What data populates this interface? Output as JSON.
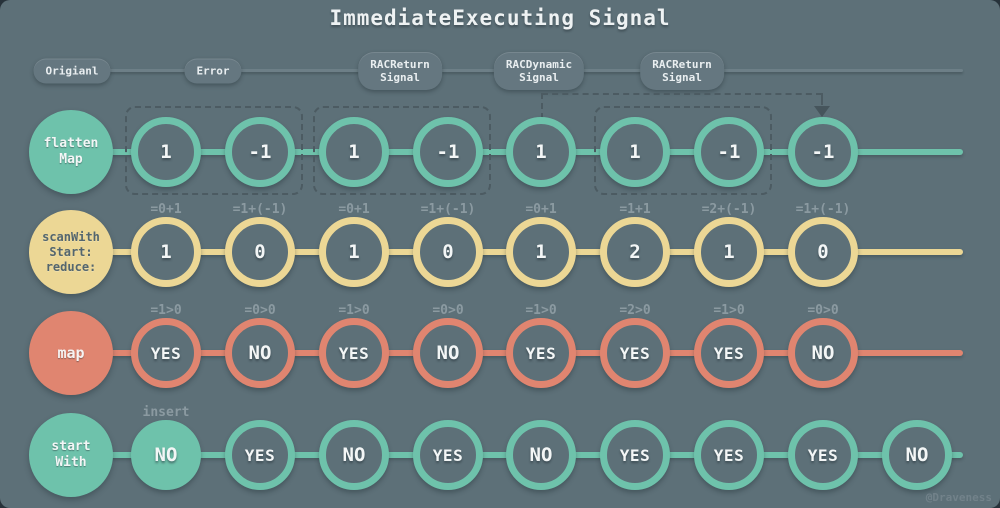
{
  "title": "ImmediateExecuting Signal",
  "watermark": "@Draveness",
  "colors": {
    "background": "#5d7078",
    "teal": "#6ec2ab",
    "yellow": "#ecd795",
    "salmon": "#e08570",
    "annotation_text": "#8b9aa1",
    "pill_background": "#657780",
    "dashed_line": "#4c5b62",
    "light_text": "#f3f6f6",
    "dark_text": "#54666e"
  },
  "source_labels": [
    "Origianl",
    "Error",
    "RACReturn\nSignal",
    "RACDynamic\nSignal",
    "RACReturn\nSignal"
  ],
  "rows": [
    {
      "id": "flatten-map",
      "label": "flatten\nMap",
      "color": "teal",
      "marbles": [
        {
          "value": "1"
        },
        {
          "value": "-1"
        },
        {
          "value": "1"
        },
        {
          "value": "-1"
        },
        {
          "value": "1"
        },
        {
          "value": "1"
        },
        {
          "value": "-1"
        },
        {
          "value": "-1"
        }
      ]
    },
    {
      "id": "scan-with-start-reduce",
      "label": "scanWith\nStart:\nreduce:",
      "color": "yellow",
      "marbles": [
        {
          "value": "1",
          "annotation": "=0+1"
        },
        {
          "value": "0",
          "annotation": "=1+(-1)"
        },
        {
          "value": "1",
          "annotation": "=0+1"
        },
        {
          "value": "0",
          "annotation": "=1+(-1)"
        },
        {
          "value": "1",
          "annotation": "=0+1"
        },
        {
          "value": "2",
          "annotation": "=1+1"
        },
        {
          "value": "1",
          "annotation": "=2+(-1)"
        },
        {
          "value": "0",
          "annotation": "=1+(-1)"
        }
      ]
    },
    {
      "id": "map",
      "label": "map",
      "color": "salmon",
      "marbles": [
        {
          "value": "YES",
          "annotation": "=1>0"
        },
        {
          "value": "NO",
          "annotation": "=0>0"
        },
        {
          "value": "YES",
          "annotation": "=1>0"
        },
        {
          "value": "NO",
          "annotation": "=0>0"
        },
        {
          "value": "YES",
          "annotation": "=1>0"
        },
        {
          "value": "YES",
          "annotation": "=2>0"
        },
        {
          "value": "YES",
          "annotation": "=1>0"
        },
        {
          "value": "NO",
          "annotation": "=0>0"
        }
      ]
    },
    {
      "id": "start-with",
      "label": "start\nWith",
      "color": "teal",
      "marbles": [
        {
          "value": "NO",
          "filled": true,
          "annotation": "insert"
        },
        {
          "value": "YES"
        },
        {
          "value": "NO"
        },
        {
          "value": "YES"
        },
        {
          "value": "NO"
        },
        {
          "value": "YES"
        },
        {
          "value": "YES"
        },
        {
          "value": "YES"
        },
        {
          "value": "NO"
        }
      ]
    }
  ],
  "flatten_groups": [
    [
      0,
      1
    ],
    [
      2,
      3
    ],
    [
      5,
      6
    ]
  ]
}
